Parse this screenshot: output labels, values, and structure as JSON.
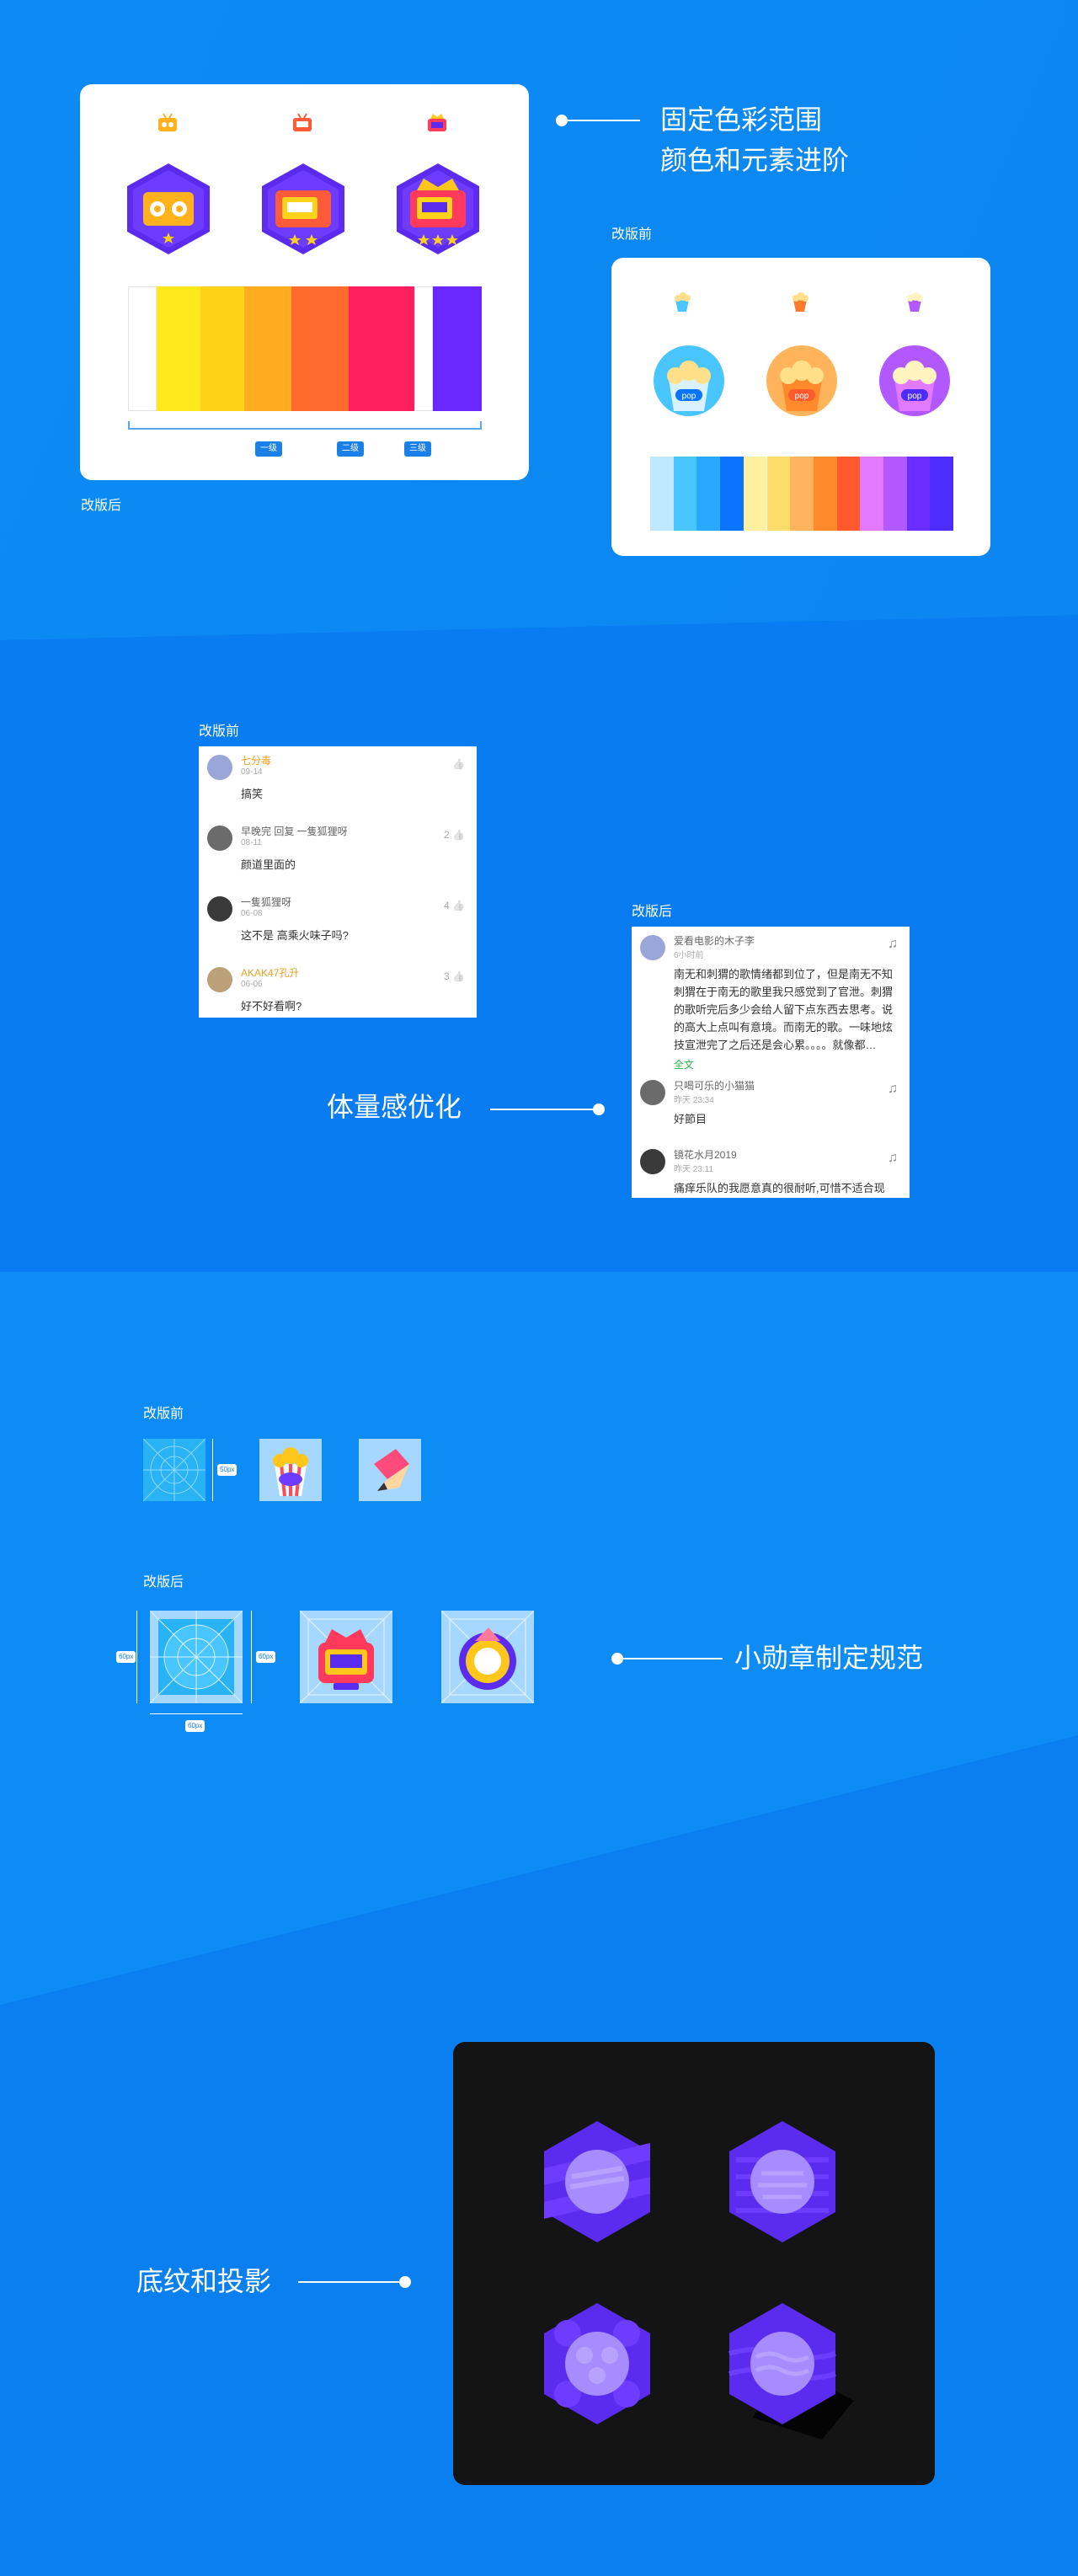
{
  "section1": {
    "headline_line1": "固定色彩范围",
    "headline_line2": "颜色和元素进阶",
    "before_label": "改版前",
    "after_label": "改版后",
    "step_tags": [
      "一级",
      "二级",
      "三级"
    ],
    "after_palette": [
      "#ffffff",
      "#ffe81c",
      "#ffd21a",
      "#ffad1f",
      "#ff6a2d",
      "#ff1f5f",
      "#ffffff",
      "#6a28ff"
    ],
    "before_palette": [
      "#bfe9ff",
      "#49c6ff",
      "#2aa7ff",
      "#0a74ff",
      "#fff0a0",
      "#ffdd6b",
      "#ffb45c",
      "#ff8a2b",
      "#ff5a2b",
      "#e27aff",
      "#b258ff",
      "#6a2cff",
      "#4d2cff"
    ]
  },
  "section2": {
    "before_label": "改版前",
    "after_label": "改版后",
    "headline": "体量感优化",
    "before_comments": [
      {
        "name": "七分毒",
        "time": "09-14",
        "text": "搞笑",
        "likes": ""
      },
      {
        "name": "早晚完 回复 一隻狐狸呀",
        "time": "08-11",
        "text": "颜道里面的",
        "likes": "2"
      },
      {
        "name": "一隻狐狸呀",
        "time": "06-08",
        "text": "这不是 高乘火味子吗?",
        "likes": "4"
      },
      {
        "name": "AKAK47孔升",
        "time": "06-06",
        "text": "好不好看啊?",
        "likes": "3"
      }
    ],
    "after_comments": [
      {
        "name": "爱看电影的木子李",
        "time": "6小时前",
        "text": "南无和刺猬的歌情绪都到位了，但是南无不知刺猬在于南无的歌里我只感觉到了官泄。刺猬的歌听完后多少会给人留下点东西去思考。说的高大上点叫有意境。而南无的歌。一味地炫技宣泄完了之后还是会心累。。。。就像都…",
        "more": "全文"
      },
      {
        "name": "只喝可乐的小猫猫",
        "time": "昨天 23:34",
        "text": "好節目",
        "more": ""
      },
      {
        "name": "镜花水月2019",
        "time": "昨天 23:11",
        "text": "痛痒乐队的我愿意真的很耐听,可惜不适合现",
        "more": ""
      }
    ]
  },
  "section3": {
    "before_label": "改版前",
    "after_label": "改版后",
    "headline": "小勋章制定规范",
    "dim_tags": [
      "50px",
      "60px",
      "60px",
      "60px"
    ]
  },
  "section4": {
    "headline": "底纹和投影"
  },
  "colors": {
    "background": "#0a84f2",
    "accent_purple": "#5b2cf0",
    "dark_panel": "#141414"
  }
}
